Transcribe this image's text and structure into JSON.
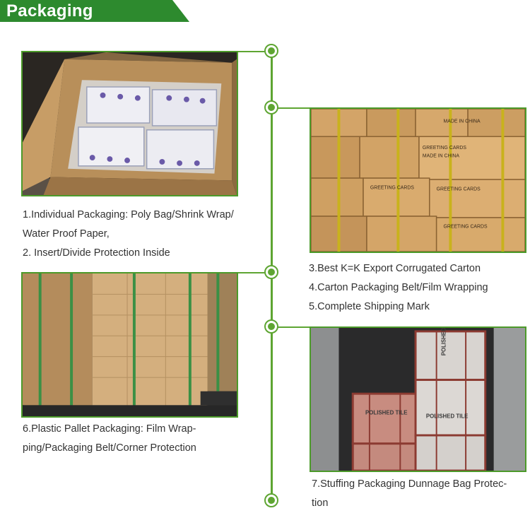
{
  "header": {
    "title": "Packaging"
  },
  "steps": {
    "step1": {
      "lines": [
        "1.Individual Packaging: Poly Bag/Shrink Wrap/",
        "Water Proof Paper,",
        "2. Insert/Divide Protection Inside"
      ],
      "image": "open carton with individually wrapped packs"
    },
    "step2": {
      "lines": [
        "3.Best K=K Export Corrugated Carton",
        "4.Carton Packaging Belt/Film Wrapping",
        "5.Complete Shipping Mark"
      ],
      "image": "stacked export cartons with shipping marks",
      "box_text": [
        "GREETING CARDS",
        "MADE IN CHINA"
      ]
    },
    "step3": {
      "lines": [
        "6.Plastic Pallet Packaging: Film Wrap-",
        "ping/Packaging Belt/Corner Protection"
      ],
      "image": "film wrapped cartons on plastic pallet with packaging belts"
    },
    "step4": {
      "lines": [
        "7.Stuffing Packaging Dunnage Bag Protec-",
        "tion"
      ],
      "image": "container loaded with tile crates",
      "crate_text": [
        "POLISHED TILE"
      ]
    }
  },
  "colors": {
    "banner": "#2d8a2e",
    "timeline": "#5ea532",
    "frame": "#4c9a2a",
    "text": "#333333"
  }
}
